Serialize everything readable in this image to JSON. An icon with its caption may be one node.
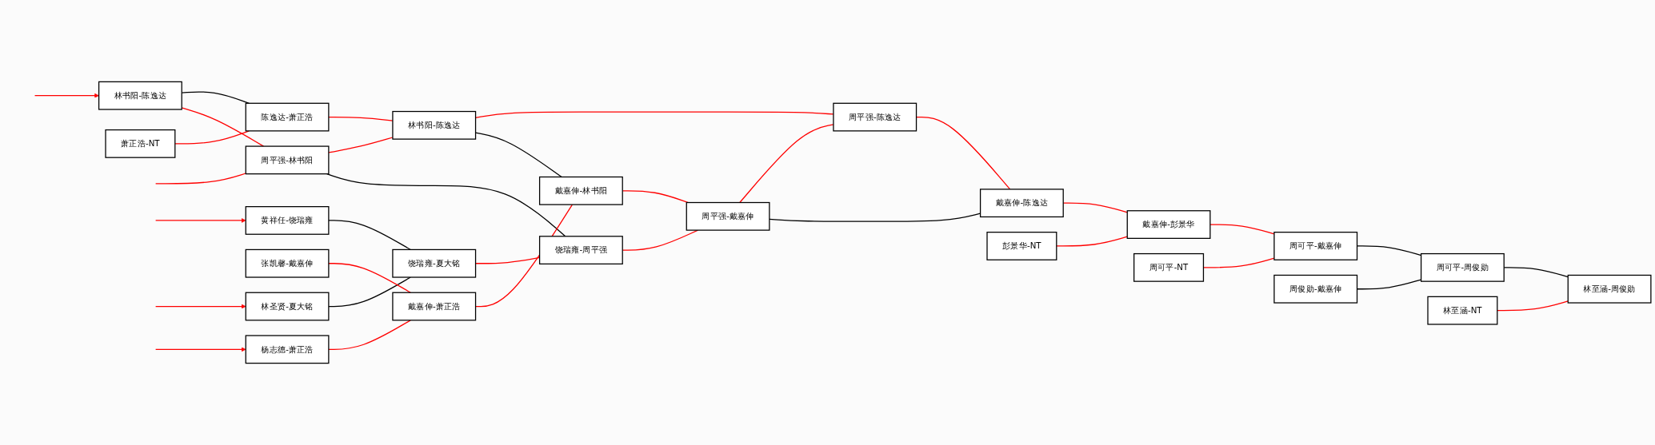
{
  "diagram": {
    "nodes": [
      {
        "text": [
          "林书阳-陈逸达"
        ]
      },
      {
        "text": [
          "黄祥任-饶瑞雍"
        ]
      },
      {
        "text": [
          "林圣贤-夏大铭"
        ]
      },
      {
        "text": [
          "张凯馨-戴嘉伸"
        ]
      },
      {
        "text": [
          "杨志德-萧正浩"
        ]
      },
      {
        "text": [
          "萧正浩-NT"
        ]
      },
      {
        "text": [
          "周平强-林书阳"
        ]
      },
      {
        "text": [
          "饶瑞雍-夏大铭"
        ]
      },
      {
        "text": [
          "戴嘉伸-萧正浩"
        ]
      },
      {
        "text": [
          "陈逸达-萧正浩"
        ]
      },
      {
        "text": [
          "林书阳-陈逸达"
        ]
      },
      {
        "text": [
          "饶瑞雍-周平强"
        ]
      },
      {
        "text": [
          "戴嘉伸-林书阳"
        ]
      },
      {
        "text": [
          "周平强-戴嘉伸"
        ]
      },
      {
        "text": [
          "周平强-陈逸达"
        ]
      },
      {
        "text": [
          "戴嘉伸-陈逸达"
        ]
      },
      {
        "text": [
          "彭景华-NT"
        ]
      },
      {
        "text": [
          "戴嘉伸-彭景华"
        ]
      },
      {
        "text": [
          "周可平-NT"
        ]
      },
      {
        "text": [
          "周可平-戴嘉伸"
        ]
      },
      {
        "text": [
          "周俊勋-戴嘉伸"
        ]
      },
      {
        "text": [
          "周可平-周俊勋"
        ]
      },
      {
        "text": [
          "林至涵-NT"
        ]
      },
      {
        "text": [
          "林至涵-周俊勋"
        ]
      }
    ],
    "edges": [
      {
        "from": null,
        "to": 0,
        "arrow": "to"
      },
      {
        "from": null,
        "to": 6,
        "arrow": "none"
      },
      {
        "from": null,
        "to": 1,
        "arrow": "to"
      },
      {
        "from": null,
        "to": 2,
        "arrow": "to"
      },
      {
        "from": null,
        "to": 4,
        "arrow": "to"
      },
      {
        "from": 0,
        "to": 6,
        "arrow": "none"
      },
      {
        "from": 0,
        "to": 9,
        "arrow": "none",
        "color": "#000000"
      },
      {
        "from": 1,
        "to": 7,
        "arrow": "none",
        "color": "#000000"
      },
      {
        "from": 2,
        "to": 7,
        "arrow": "none",
        "color": "#000000"
      },
      {
        "from": 3,
        "to": 8,
        "arrow": "none"
      },
      {
        "from": 4,
        "to": 8,
        "arrow": "none"
      },
      {
        "from": 5,
        "to": 9,
        "arrow": "none"
      },
      {
        "from": 6,
        "to": 11,
        "arrow": "none",
        "color": "#000000"
      },
      {
        "from": 6,
        "to": 10,
        "arrow": "none"
      },
      {
        "from": 7,
        "to": 11,
        "arrow": "none"
      },
      {
        "from": 8,
        "to": 12,
        "arrow": "none"
      },
      {
        "from": 9,
        "to": 10,
        "arrow": "none"
      },
      {
        "from": 10,
        "to": 12,
        "arrow": "none",
        "color": "#000000"
      },
      {
        "from": 10,
        "to": 14,
        "arrow": "none"
      },
      {
        "from": 11,
        "to": 13,
        "arrow": "none"
      },
      {
        "from": 12,
        "to": 13,
        "arrow": "none"
      },
      {
        "from": 13,
        "to": 15,
        "arrow": "none",
        "color": "#000000"
      },
      {
        "from": 13,
        "to": 14,
        "arrow": "none"
      },
      {
        "from": 14,
        "to": 15,
        "arrow": "none"
      },
      {
        "from": 15,
        "to": 17,
        "arrow": "none"
      },
      {
        "from": 16,
        "to": 17,
        "arrow": "none"
      },
      {
        "from": 17,
        "to": 19,
        "arrow": "none"
      },
      {
        "from": 18,
        "to": 19,
        "arrow": "none"
      },
      {
        "from": 19,
        "to": 21,
        "arrow": "none",
        "color": "#000000"
      },
      {
        "from": 20,
        "to": 21,
        "arrow": "none",
        "color": "#000000"
      },
      {
        "from": 21,
        "to": 23,
        "arrow": "none",
        "color": "#000000"
      },
      {
        "from": 22,
        "to": 23,
        "arrow": "none"
      }
    ]
  }
}
